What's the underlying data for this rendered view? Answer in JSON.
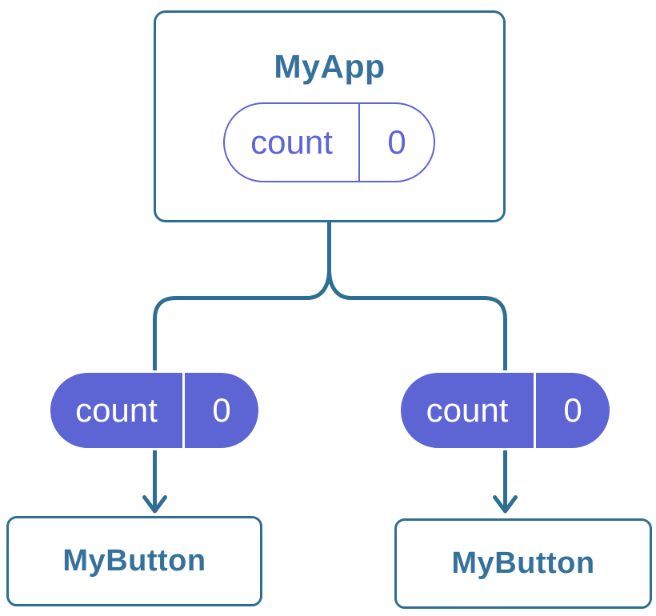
{
  "colors": {
    "line": "#2d6e93",
    "text": "#35719a",
    "purple": "#5d64d3",
    "pill_text": "#ffffff",
    "background": "#ffffff"
  },
  "root": {
    "title": "MyApp",
    "state_pill": {
      "label": "count",
      "value": "0"
    }
  },
  "children": [
    {
      "title": "MyButton",
      "state_pill": {
        "label": "count",
        "value": "0"
      }
    },
    {
      "title": "MyButton",
      "state_pill": {
        "label": "count",
        "value": "0"
      }
    }
  ],
  "connector": {
    "type": "tree",
    "arrow_direction": "down"
  }
}
